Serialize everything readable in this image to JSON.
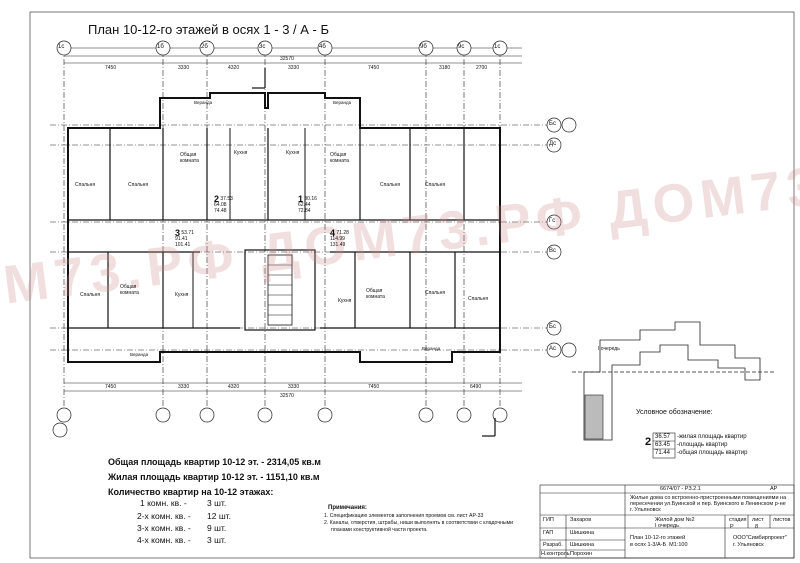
{
  "title": "План 10-12-го этажей в осях 1 - 3 / А - Б",
  "watermark": "М73.РФ ДОМ73.РФ ДОМ73.РФ ДОМ73.РФ",
  "axes_top": [
    "1с",
    "1б",
    "2б",
    "3с",
    "4б",
    "9б",
    "9с",
    "1с"
  ],
  "axes_right": [
    "Бс",
    "Дс",
    "Гс",
    "Вс",
    "Бс",
    "Ас"
  ],
  "dims_top": {
    "overall": "32570",
    "d1": "7450",
    "d2": "3330",
    "d3": "4320",
    "d4": "3330",
    "d5": "7450",
    "d6": "3180",
    "d7": "2700"
  },
  "dims_bottom": {
    "d1": "7450",
    "d2": "3330",
    "d3": "4320",
    "d4": "3330",
    "d5": "7450",
    "d6": "6490",
    "overall": "32570"
  },
  "rooms": [
    "Спальня",
    "Спальня",
    "Общая комната",
    "Кухня",
    "Кухня",
    "Общая комната",
    "Спальня",
    "Спальня",
    "Спальня",
    "Общая комната",
    "Кухня",
    "Кухня",
    "Общая комната",
    "Спальня",
    "Спальня",
    "Веранда",
    "Веранда",
    "Веранда",
    "Веранда"
  ],
  "apartments": [
    {
      "num": "2",
      "areas": "37.53\n64.08\n74.48"
    },
    {
      "num": "1",
      "areas": "30.16\n62.44\n72.84"
    },
    {
      "num": "3",
      "areas": "53.71\n91.41\n101.41"
    },
    {
      "num": "4",
      "areas": "71.28\n114.99\n131.49"
    }
  ],
  "summary": {
    "total_area": "Общая площадь квартир 10-12 эт. - 2314,05 кв.м",
    "living_area": "Жилая площадь квартир 10-12 эт. - 1151,10 кв.м",
    "count_heading": "Количество квартир на 10-12 этажах:",
    "counts": [
      {
        "label": "1   комн. кв.  -",
        "value": "3 шт."
      },
      {
        "label": "2-х комн. кв.  -",
        "value": "12 шт."
      },
      {
        "label": "3-х комн. кв.  -",
        "value": "9 шт."
      },
      {
        "label": "4-х комн. кв.  -",
        "value": "3 шт."
      }
    ]
  },
  "notes": {
    "heading": "Примечания:",
    "items": [
      "1. Спецификацию элементов заполнения проемов см. лист АР-33",
      "2. Каналы, отверстия, штрабы, ниши выполнять в соответствии с кладочными",
      "планами конструктивной части проекта."
    ]
  },
  "legend": {
    "heading": "Условное обозначение:",
    "sample_num": "2",
    "items": [
      {
        "value": "36.57",
        "text": "-жилая площадь квартир"
      },
      {
        "value": "63.45",
        "text": "-площадь квартир"
      },
      {
        "value": "71.44",
        "text": "-общая площадь квартир"
      }
    ]
  },
  "key_plan": {
    "stage_label": "I очередь"
  },
  "title_block": {
    "code": "6674/07 - РЗ.2.1",
    "mark": "АР",
    "project": "Жилые дома со встроенно-пристроенными помещениями на пересечении ул.Буинской и пер. Буинского в Ленинском р-не г. Ульяновск",
    "building": "Жилой дом №2\nI очередь",
    "col_stage": "стадия",
    "col_sheet": "лист",
    "col_sheets": "листов",
    "stage_value": "Р",
    "sheet_value": "8",
    "drawing": "План 10-12-го этажей\nв осях 1-3/А-Б  М1:100",
    "company": "ООО\"Симбирпроект\"\nг. Ульяновск",
    "staff": [
      {
        "role": "ГИП",
        "name": "Захаров"
      },
      {
        "role": "ГАП",
        "name": "Шишкина"
      },
      {
        "role": "Разраб.",
        "name": "Шишкина"
      },
      {
        "role": "Н.контроль",
        "name": "Порохин"
      }
    ]
  }
}
